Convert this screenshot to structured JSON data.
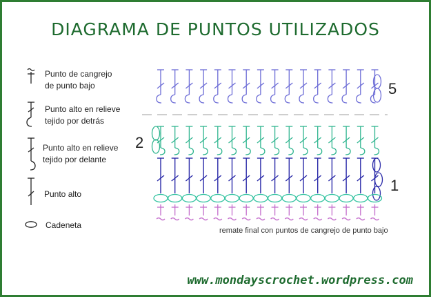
{
  "title": "DIAGRAMA DE PUNTOS UTILIZADOS",
  "legend": [
    {
      "line1": "Punto de cangrejo",
      "line2": "de punto bajo",
      "symbol": "crab-stitch-icon"
    },
    {
      "line1": "Punto alto en relieve",
      "line2": "tejido por detrás",
      "symbol": "back-post-dc-icon"
    },
    {
      "line1": "Punto alto en relieve",
      "line2": "tejido por delante",
      "symbol": "front-post-dc-icon"
    },
    {
      "line1": "Punto alto",
      "line2": "",
      "symbol": "double-crochet-icon"
    },
    {
      "line1": "Cadeneta",
      "line2": "",
      "symbol": "chain-icon"
    }
  ],
  "rows": {
    "row5": "5",
    "row2": "2",
    "row1": "1"
  },
  "stitch_count": 16,
  "caption": "remate final con puntos de cangrejo de punto bajo",
  "footer": "www.mondayscrochet.wordpress.com",
  "colors": {
    "border": "#2e7d32",
    "title": "#1e6b2f",
    "row5": "#6b6bd6",
    "row2": "#2fb58f",
    "row1": "#2a2aa8",
    "chain": "#33c3a0",
    "crab": "#c46dcc",
    "dashed": "#b0b0b0",
    "legend_symbol": "#222222"
  }
}
